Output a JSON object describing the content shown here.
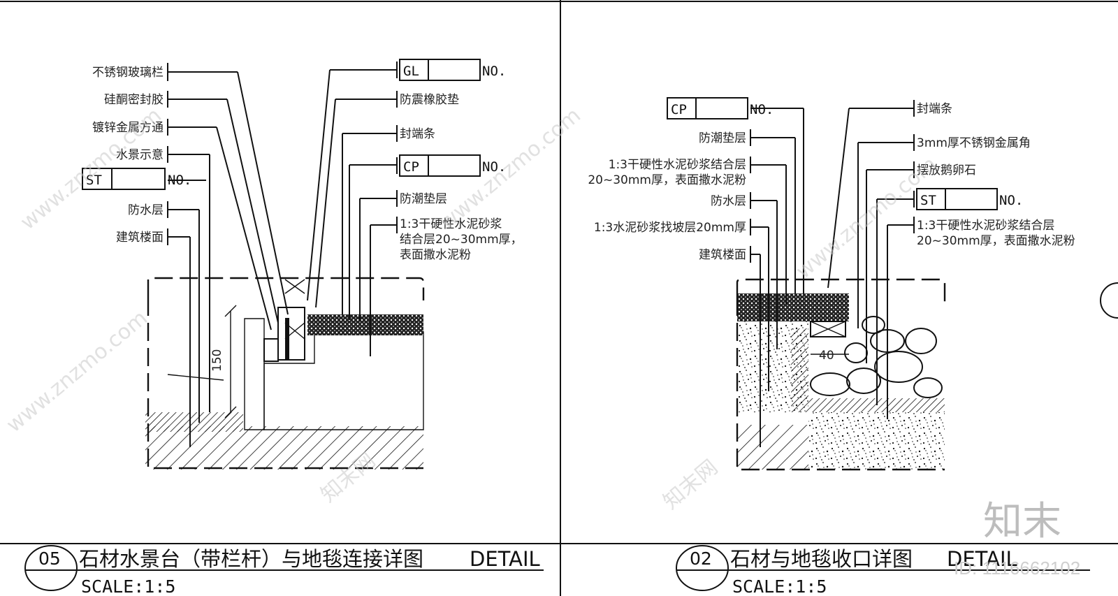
{
  "detail_05": {
    "number": "05",
    "title": "石材水景台（带栏杆）与地毯连接详图",
    "detail_word": "DETAIL",
    "scale": "SCALE:1:5",
    "left_labels": [
      "不锈钢玻璃栏",
      "硅酮密封胶",
      "镀锌金属方通",
      "水景示意",
      "防水层",
      "建筑楼面"
    ],
    "st_tag": {
      "code": "ST",
      "no": "NO."
    },
    "right_labels": [
      "防震橡胶垫",
      "封端条",
      "防潮垫层"
    ],
    "right_note_lines": [
      "1:3干硬性水泥砂浆",
      "结合层20~30mm厚，",
      "表面撒水泥粉"
    ],
    "gl_tag": {
      "code": "GL",
      "no": "NO."
    },
    "cp_tag": {
      "code": "CP",
      "no": "NO."
    },
    "dimension": "150"
  },
  "detail_02": {
    "number": "02",
    "title": "石材与地毯收口详图",
    "detail_word": "DETAIL",
    "scale": "SCALE:1:5",
    "cp_tag": {
      "code": "CP",
      "no": "NO."
    },
    "left_labels": [
      "防潮垫层",
      "1:3干硬性水泥砂浆结合层",
      "20~30mm厚，表面撒水泥粉",
      "防水层",
      "1:3水泥砂浆找坡层20mm厚",
      "建筑楼面"
    ],
    "right_labels": [
      "封端条",
      "3mm厚不锈钢金属角",
      "摆放鹅卵石"
    ],
    "st_tag": {
      "code": "ST",
      "no": "NO."
    },
    "right_note_lines": [
      "1:3干硬性水泥砂浆结合层",
      "20~30mm厚，表面撒水泥粉"
    ],
    "dimension": "40"
  },
  "watermark": {
    "site": "www.znzmo.com",
    "brand": "知末",
    "cn": "知末网",
    "id_text": "ID: 1116662102"
  }
}
